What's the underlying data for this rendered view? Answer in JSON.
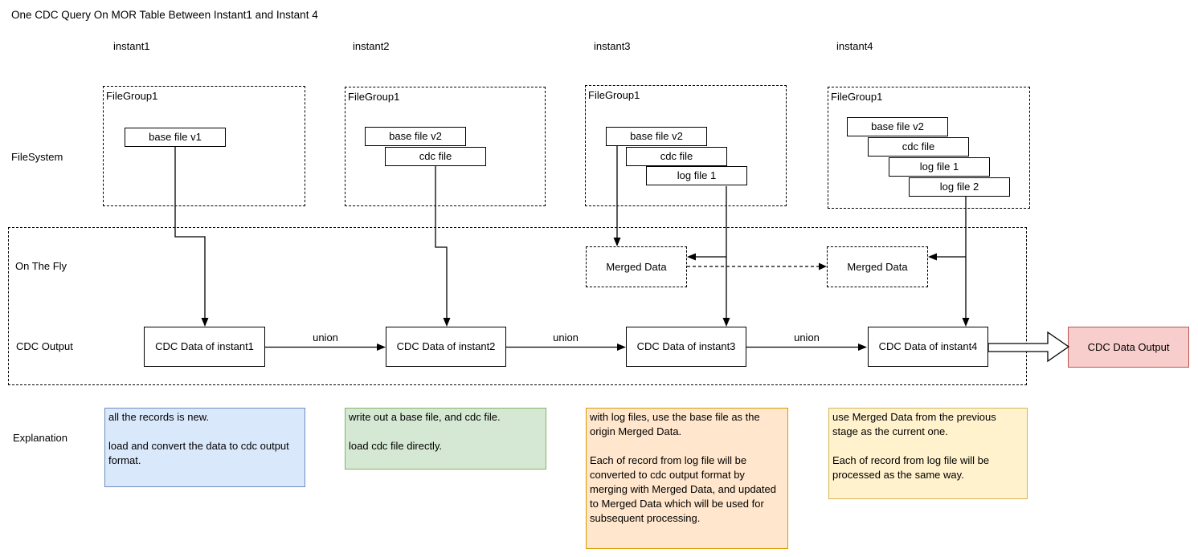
{
  "title": "One CDC Query On MOR Table Between Instant1 and Instant 4",
  "row_labels": {
    "filesystem": "FileSystem",
    "on_the_fly": "On The Fly",
    "cdc_output": "CDC Output",
    "explanation": "Explanation"
  },
  "union_labels": [
    "union",
    "union",
    "union"
  ],
  "columns": [
    {
      "instant": "instant1",
      "filegroup": "FileGroup1",
      "files": [
        "base file v1"
      ],
      "cdc": "CDC Data of instant1",
      "explanation": "all the records is new.\n\nload and convert the data to cdc output format."
    },
    {
      "instant": "instant2",
      "filegroup": "FileGroup1",
      "files": [
        "base file v2",
        "cdc file"
      ],
      "cdc": "CDC Data of instant2",
      "explanation": "write out a base file, and cdc file.\n\nload cdc file directly."
    },
    {
      "instant": "instant3",
      "filegroup": "FileGroup1",
      "files": [
        "base file v2",
        "cdc file",
        "log file 1"
      ],
      "merged": "Merged Data",
      "cdc": "CDC Data of instant3",
      "explanation": "with log files, use the base file as the origin Merged Data.\n\nEach of record from log file will be converted to cdc output format by merging with Merged Data, and updated to Merged Data which will be used for subsequent processing."
    },
    {
      "instant": "instant4",
      "filegroup": "FileGroup1",
      "files": [
        "base file v2",
        "cdc file",
        "log file 1",
        "log file 2"
      ],
      "merged": "Merged Data",
      "cdc": "CDC Data of instant4",
      "explanation": "use Merged Data from the previous stage as the current one.\n\nEach of record from log file will be processed as the same way."
    }
  ],
  "output_box": {
    "label": "CDC Data Output"
  },
  "colors": {
    "stroke": "#000000",
    "output_fill": "#f8cecc",
    "output_border": "#b85450",
    "explanation_fills": [
      "#dae8fc",
      "#d5e8d4",
      "#ffe6cc",
      "#fff2cc"
    ],
    "explanation_borders": [
      "#6c8ebf",
      "#82b366",
      "#d79b00",
      "#d6b656"
    ]
  }
}
